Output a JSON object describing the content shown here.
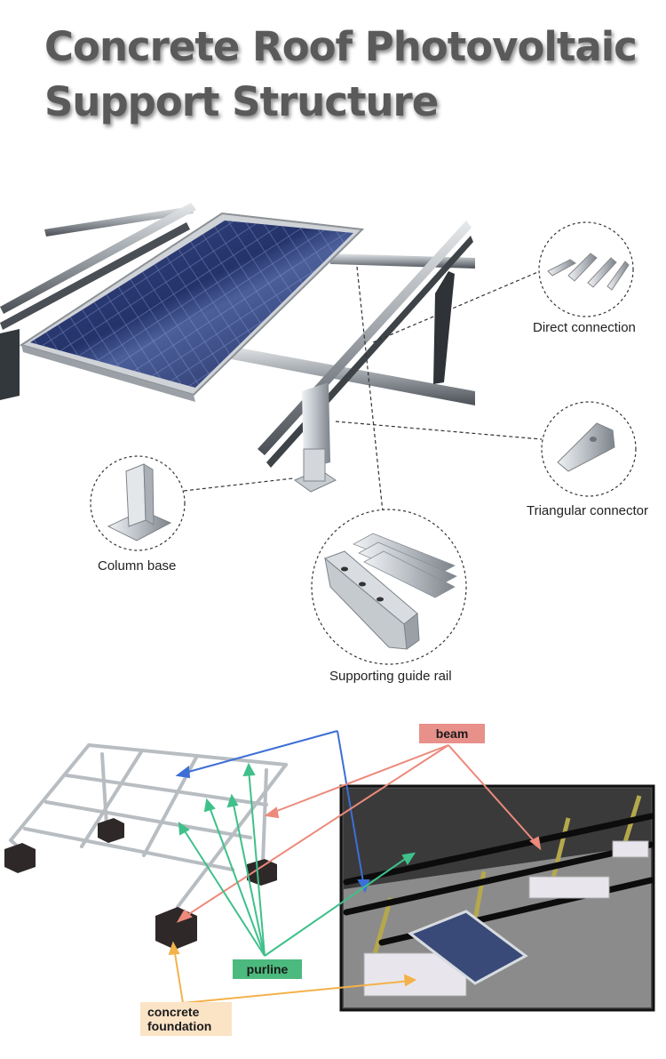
{
  "title": {
    "line1": "Concrete Roof Photovoltaic",
    "line2": "Support Structure"
  },
  "components": {
    "direct_connection": "Direct connection",
    "triangular_connector": "Triangular connector",
    "column_base": "Column base",
    "supporting_guide_rail": "Supporting guide rail"
  },
  "diagram_labels": {
    "beam": "beam",
    "purline": "purline",
    "concrete_foundation_line1": "concrete",
    "concrete_foundation_line2": "foundation"
  },
  "colors": {
    "beam_tag": "#e8908a",
    "purline_tag": "#4cba7e",
    "foundation_tag": "#fbe3c6",
    "arrow_blue": "#3d6fd6",
    "arrow_green": "#3fc08a",
    "arrow_red": "#ec8a7c",
    "arrow_orange": "#f3b24a"
  }
}
